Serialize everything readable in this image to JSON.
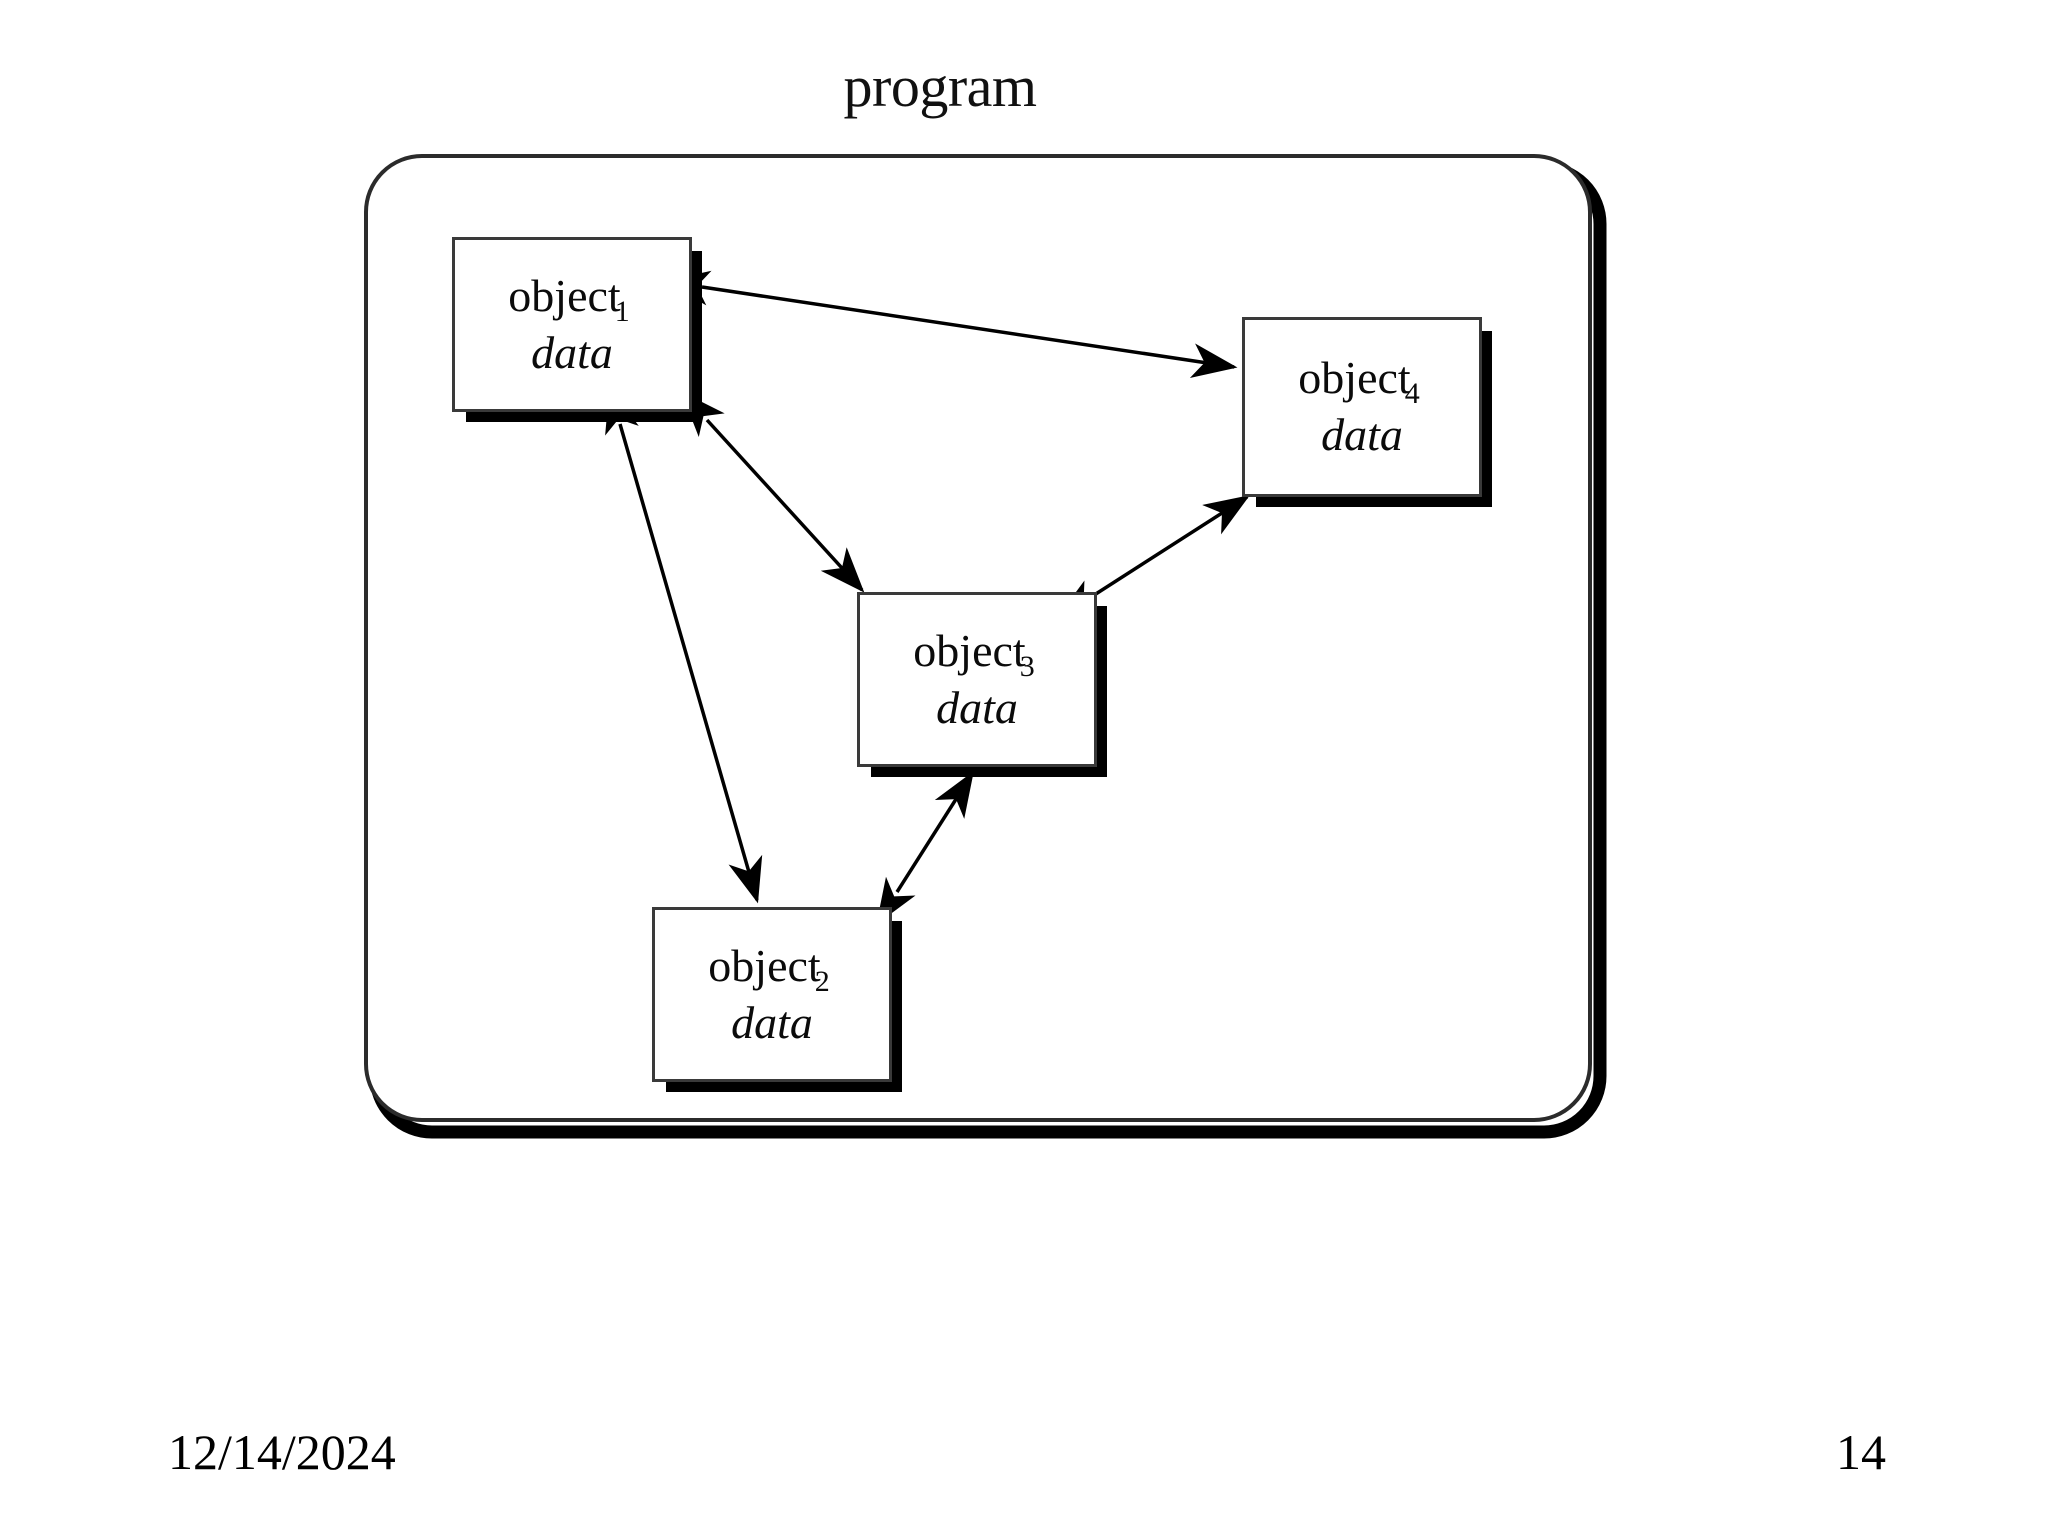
{
  "slide": {
    "title": "program",
    "footer": {
      "date": "12/14/2024",
      "page_number": "14"
    },
    "colors": {
      "background": "#ffffff",
      "text": "#000000",
      "box_border": "#3a3a3a",
      "box_fill": "#ffffff",
      "shadow": "#000000",
      "arrow": "#000000",
      "container_border": "#1a1a1a"
    }
  },
  "diagram": {
    "type": "object-collaboration-diagram",
    "container_label": "program",
    "objects": [
      {
        "id": "object-1",
        "name": "object",
        "subscript": "1",
        "data_label": "data"
      },
      {
        "id": "object-2",
        "name": "object",
        "subscript": "2",
        "data_label": "data"
      },
      {
        "id": "object-3",
        "name": "object",
        "subscript": "3",
        "data_label": "data"
      },
      {
        "id": "object-4",
        "name": "object",
        "subscript": "4",
        "data_label": "data"
      }
    ],
    "connections": [
      {
        "from": "object-1",
        "to": "object-4",
        "style": "double-headed"
      },
      {
        "from": "object-1",
        "to": "object-3",
        "style": "double-headed"
      },
      {
        "from": "object-1",
        "to": "object-2",
        "style": "double-headed"
      },
      {
        "from": "object-3",
        "to": "object-4",
        "style": "double-headed"
      },
      {
        "from": "object-2",
        "to": "object-3",
        "style": "double-headed"
      }
    ]
  }
}
